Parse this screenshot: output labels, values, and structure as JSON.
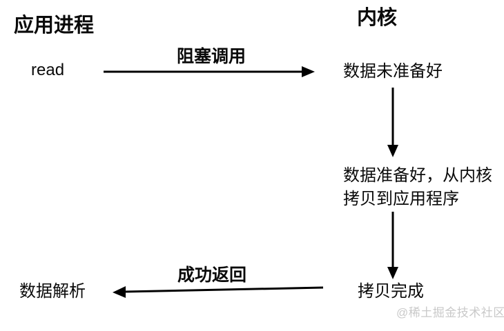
{
  "diagram": {
    "title_left": "应用进程",
    "title_right": "内核",
    "app_column": {
      "read_call": "read",
      "data_parse": "数据解析"
    },
    "kernel_column": {
      "data_not_ready": "数据未准备好",
      "data_ready_copy": "数据准备好，从内核\n拷贝到应用程序",
      "copy_complete": "拷贝完成"
    },
    "arrow_labels": {
      "blocking_call": "阻塞调用",
      "success_return": "成功返回"
    },
    "watermark": "@稀土掘金技术社区",
    "colors": {
      "text": "#0a0a0a",
      "line": "#000000",
      "watermark": "#c9c9c9",
      "background": "#ffffff"
    }
  }
}
